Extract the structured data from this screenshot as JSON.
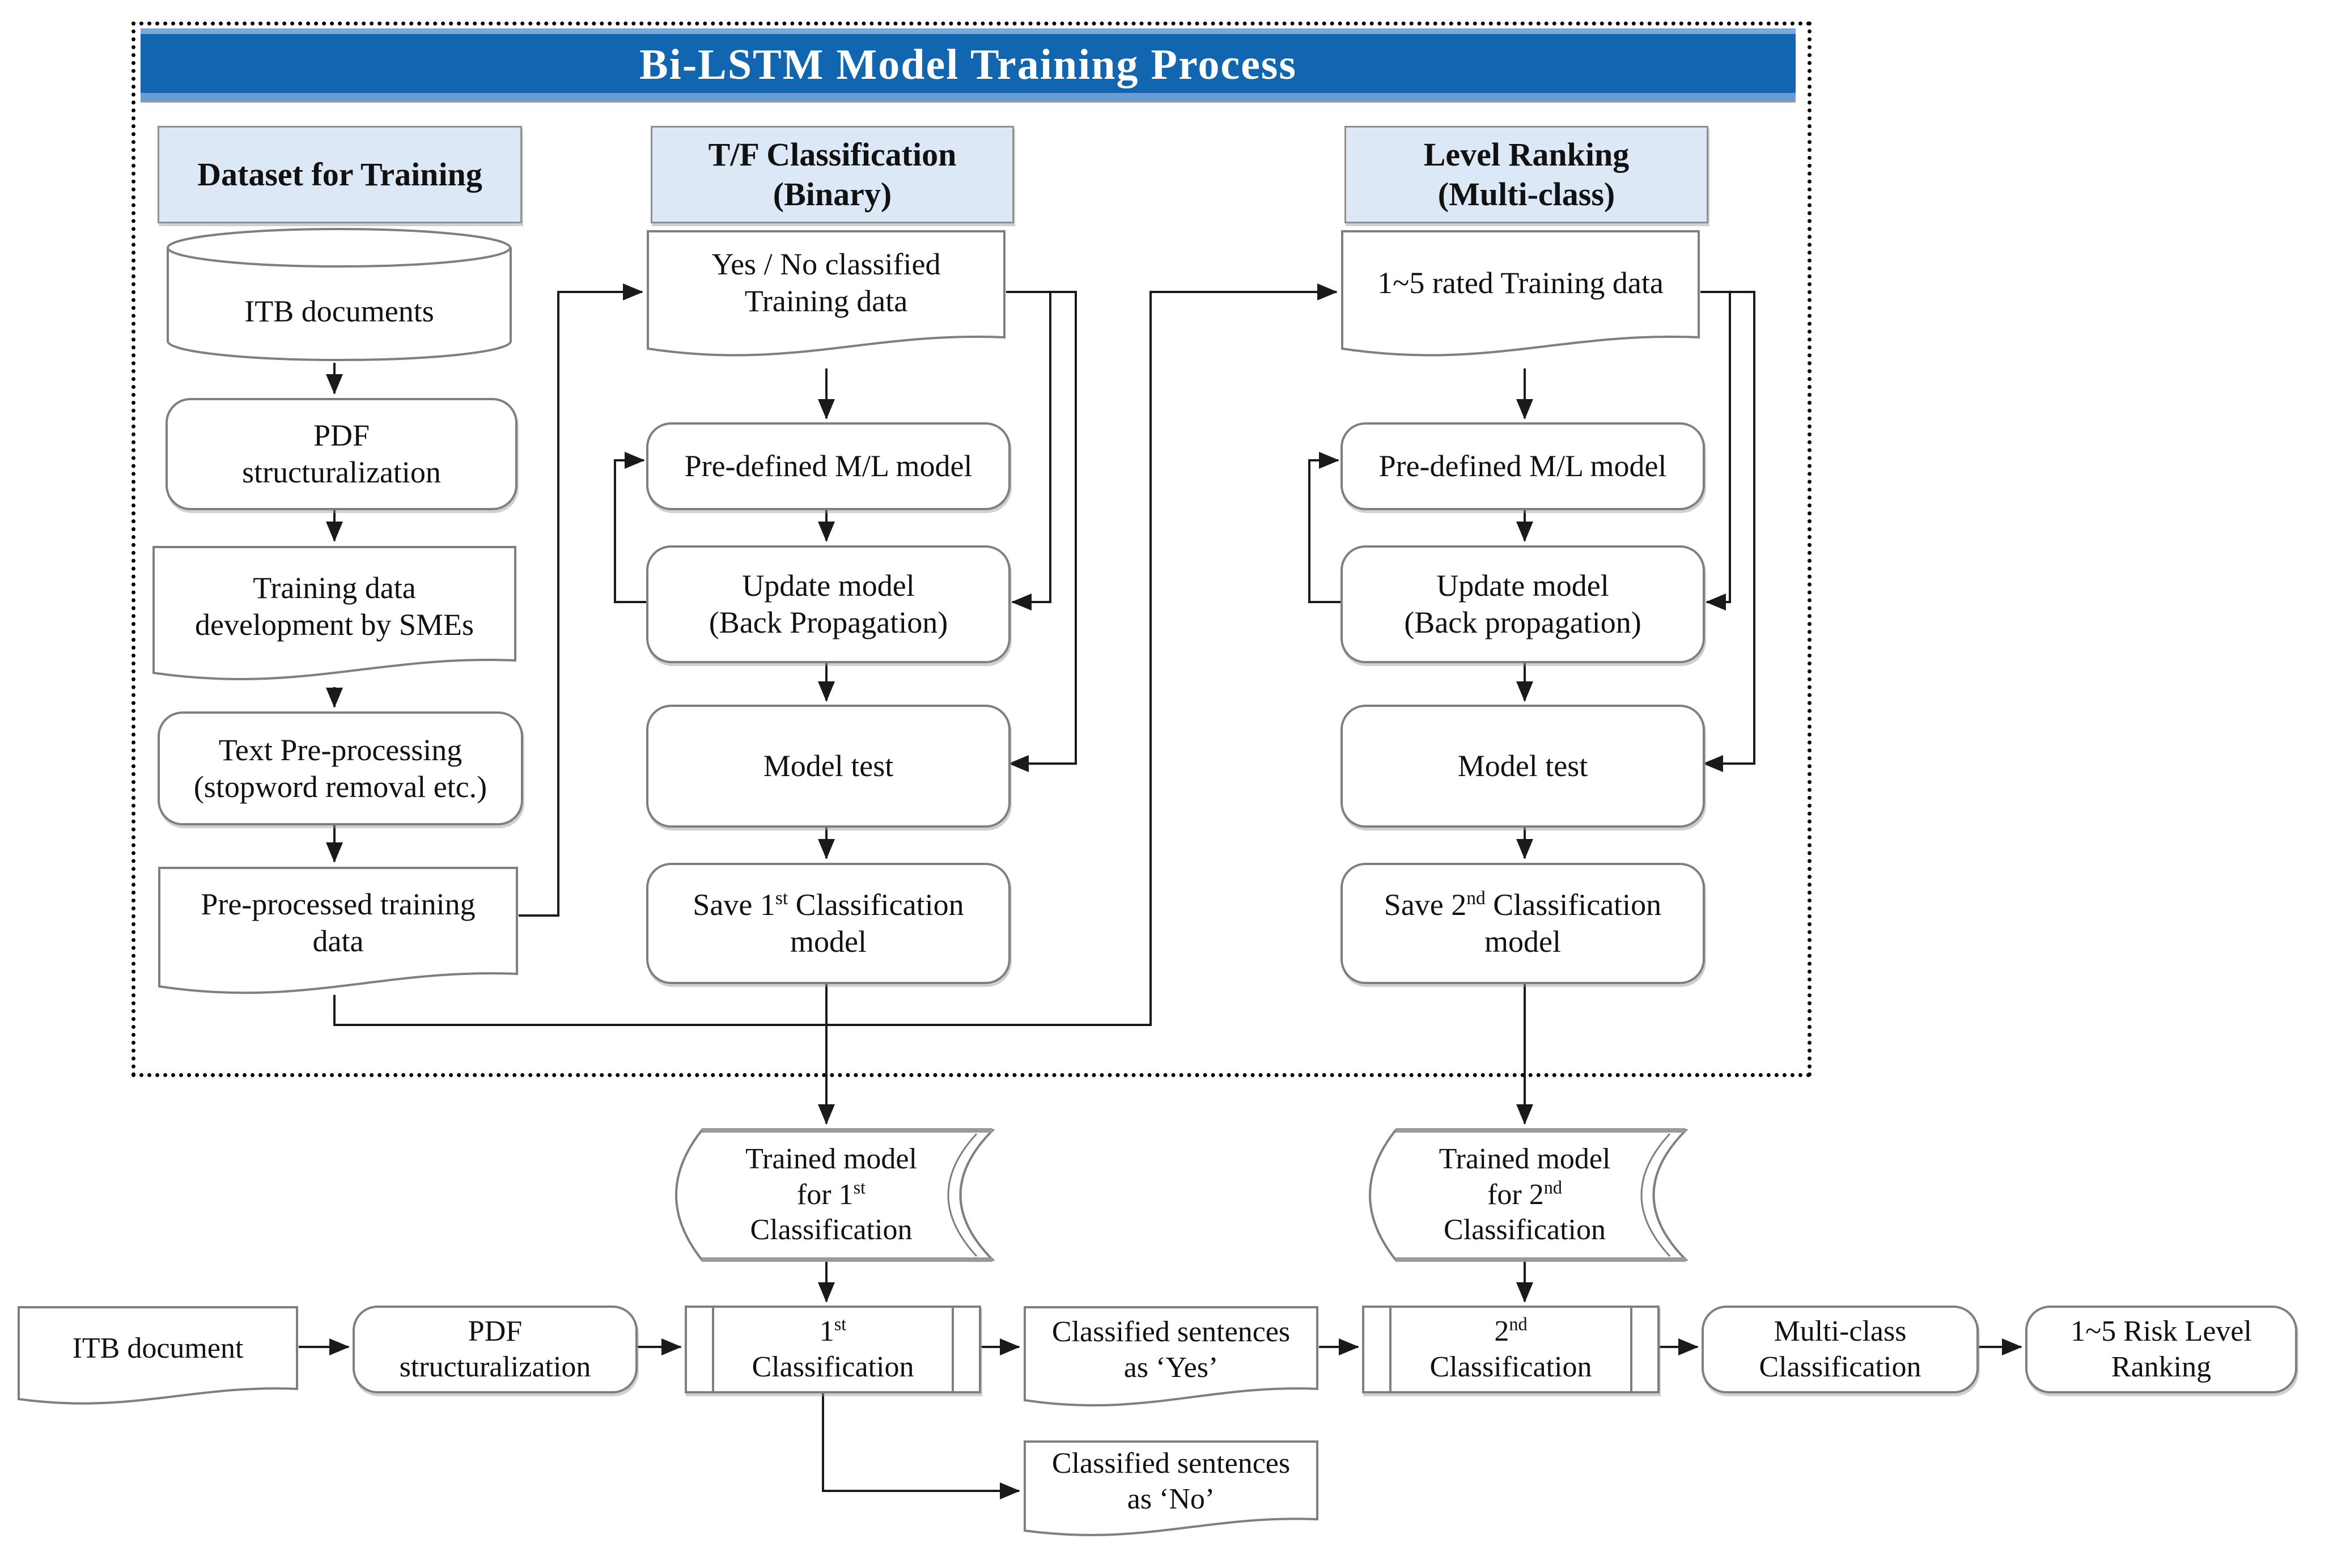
{
  "title": "Bi-LSTM Model Training Process",
  "colors": {
    "banner_blue": "#1166af",
    "banner_light_edge": "#699bd5",
    "header_fill": "#dce8f5",
    "shape_stroke": "#7f7f7f",
    "connector": "#1a1a1a",
    "text": "#111111"
  },
  "headers": {
    "dataset": "Dataset for Training",
    "tf_line1": "T/F Classification",
    "tf_line2": "(Binary)",
    "lr_line1": "Level Ranking",
    "lr_line2": "(Multi-class)"
  },
  "train": {
    "itb": "ITB documents",
    "pdf_line1": "PDF",
    "pdf_line2": "structuralization",
    "smes_line1": "Training data",
    "smes_line2": "development by SMEs",
    "tpp_line1": "Text Pre-processing",
    "tpp_line2": "(stopword removal etc.)",
    "ppd_line1": "Pre-processed training",
    "ppd_line2": "data",
    "yesno_line1": "Yes / No classified",
    "yesno_line2": "Training data",
    "rated": "1~5 rated Training data",
    "predef": "Pre-defined M/L model",
    "update_line1": "Update model",
    "update1_line2": "(Back Propagation)",
    "update2_line2": "(Back propagation)",
    "mtest": "Model test",
    "save1_a": "Save 1",
    "save1_sup": "st",
    "save1_b": " Classification",
    "save1_c": "model",
    "save2_a": "Save 2",
    "save2_sup": "nd",
    "save2_b": " Classification",
    "save2_c": "model"
  },
  "deploy": {
    "trained_a": "Trained model",
    "trained1_b": "for 1",
    "trained1_sup": "st",
    "trained2_b": "for 2",
    "trained2_sup": "nd",
    "trained_c": "Classification",
    "itb": "ITB document",
    "pdf_line1": "PDF",
    "pdf_line2": "structuralization",
    "c1_a": "1",
    "c1_sup": "st",
    "c1_b": "Classification",
    "c2_a": "2",
    "c2_sup": "nd",
    "c2_b": "Classification",
    "yes_line1": "Classified sentences",
    "yes_line2": "as ‘Yes’",
    "no_line1": "Classified sentences",
    "no_line2": "as ‘No’",
    "multi_line1": "Multi-class",
    "multi_line2": "Classification",
    "risk_line1": "1~5 Risk Level",
    "risk_line2": "Ranking"
  }
}
